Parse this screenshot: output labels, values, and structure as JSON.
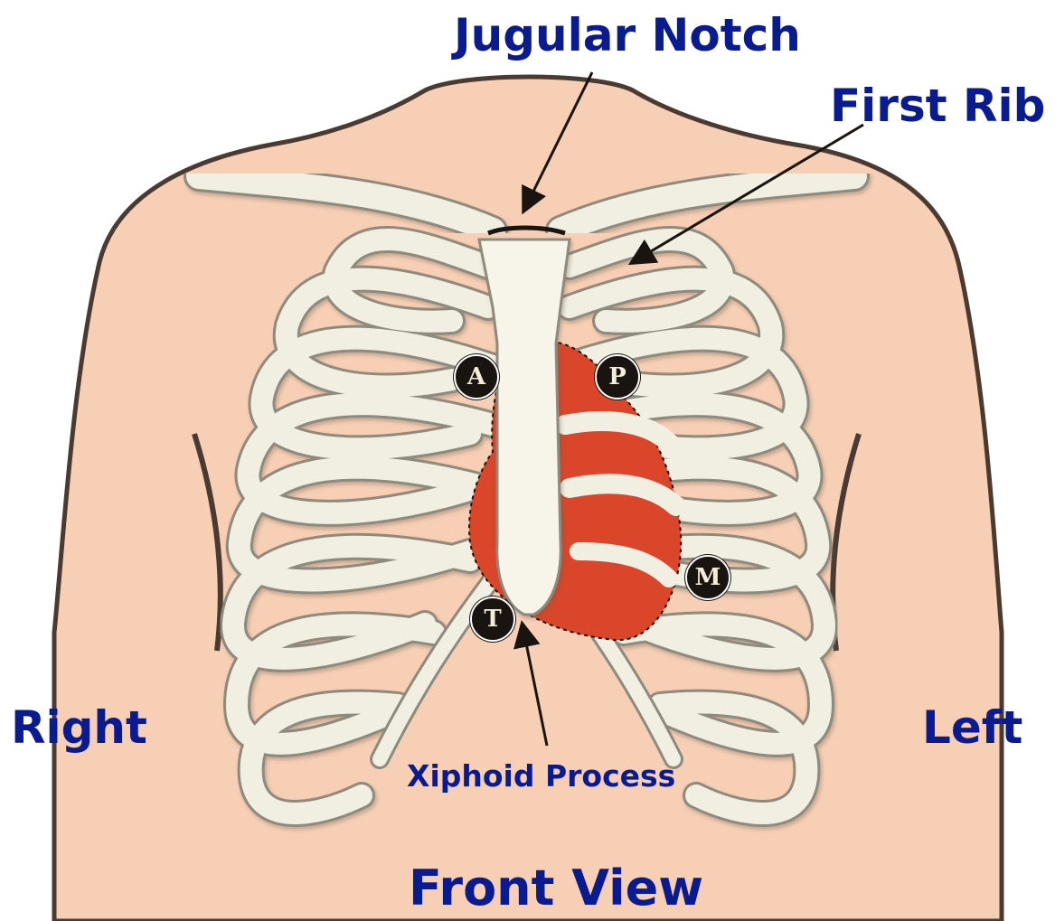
{
  "labels": {
    "jugular_notch": "Jugular Notch",
    "first_rib": "First Rib",
    "right": "Right",
    "left": "Left",
    "xiphoid_process": "Xiphoid Process",
    "front_view": "Front View"
  },
  "markers": {
    "aortic": "A",
    "pulmonic": "P",
    "mitral": "M",
    "tricuspid": "T"
  },
  "colors": {
    "label_text": "#0a1a8f",
    "skin": "#f7cfb5",
    "bone": "#f1eee2",
    "bone_outline": "#8e8a7e",
    "heart": "#d9462a",
    "marker_fill": "#1a1410",
    "marker_text": "#f3ecd8"
  }
}
